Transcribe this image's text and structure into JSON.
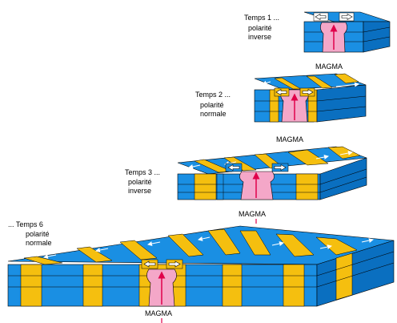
{
  "stages": [
    {
      "time": "Temps 1 ...",
      "polarity": [
        "polarité",
        "inverse"
      ]
    },
    {
      "time": "Temps 2 ...",
      "polarity": [
        "polarité",
        "normale"
      ]
    },
    {
      "time": "Temps 3 ...",
      "polarity": [
        "polarité",
        "inverse"
      ]
    },
    {
      "time": "... Temps 6",
      "polarity": [
        "polarité",
        "normale"
      ]
    }
  ],
  "magma_label": "MAGMA",
  "colors": {
    "normal_polarity": "#f5bf0f",
    "reverse_polarity": "#1a8fe3",
    "magma": "#f4a7c8",
    "block_side_dark": "#0a5a9c",
    "outline": "#000000"
  },
  "icons": [
    "spreading-arrow-left-icon",
    "spreading-arrow-right-icon",
    "magma-upwelling-arrow-icon",
    "plate-motion-arrow-icon"
  ]
}
